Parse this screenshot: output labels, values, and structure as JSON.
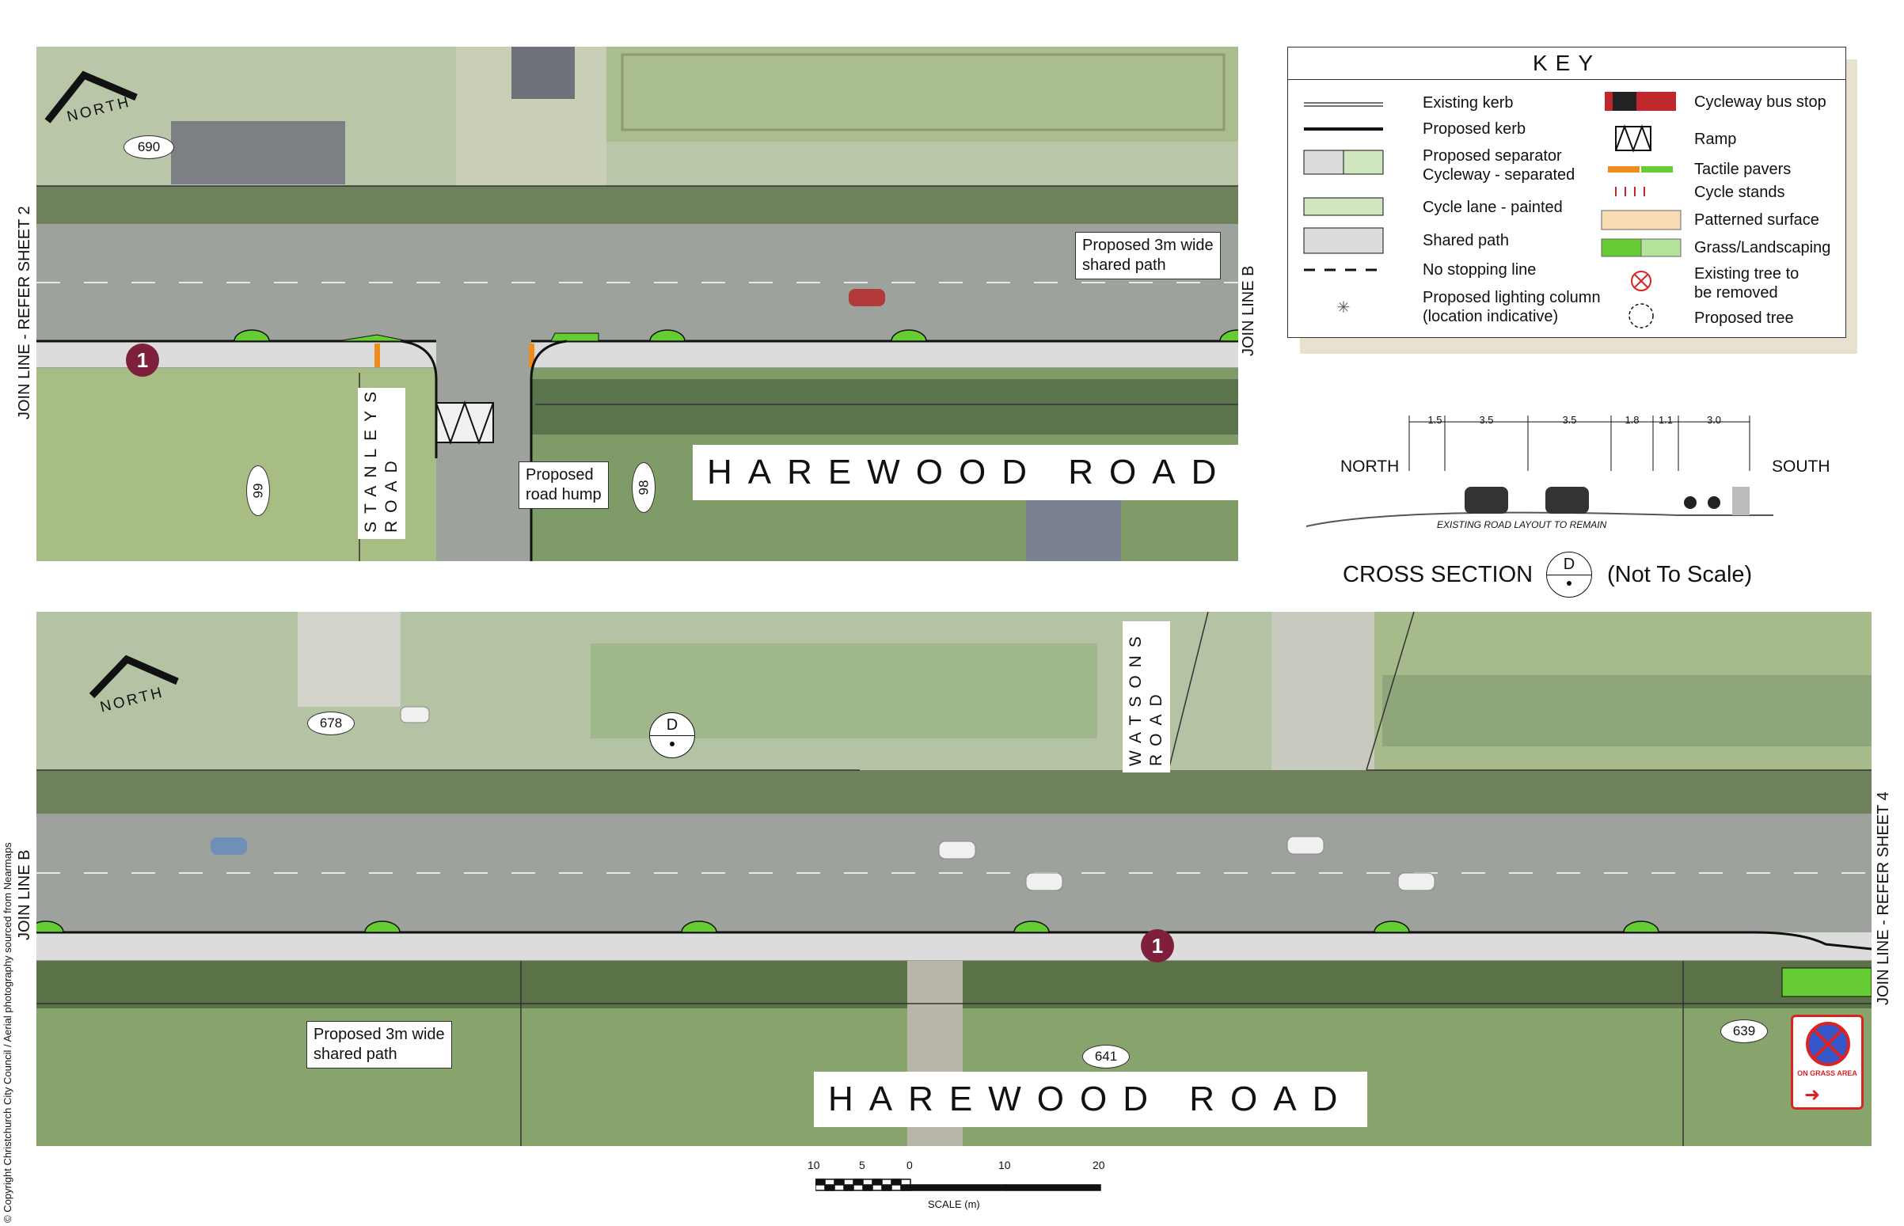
{
  "copyright": "© Copyright Christchurch City Council  /  Aerial photography sourced from Nearmaps",
  "top_panel": {
    "north_label": "NORTH",
    "join_left": "JOIN LINE - REFER SHEET 2",
    "join_right": "JOIN LINE B",
    "street_side": "STANLEYS ROAD",
    "road_name": "HAREWOOD ROAD",
    "callout_shared_path": "Proposed 3m wide\nshared path",
    "callout_hump": "Proposed\nroad hump",
    "addr_690": "690",
    "addr_99": "99",
    "addr_98": "98",
    "marker": "1"
  },
  "bottom_panel": {
    "north_label": "NORTH",
    "join_left": "JOIN LINE B",
    "join_right": "JOIN LINE - REFER SHEET 4",
    "street_side": "WATSONS ROAD",
    "road_name": "HAREWOOD ROAD",
    "callout_shared_path": "Proposed 3m wide\nshared path",
    "addr_678": "678",
    "addr_641": "641",
    "addr_639": "639",
    "marker": "1",
    "section_marker": "D",
    "sign_text": "ON GRASS AREA"
  },
  "key": {
    "title": "KEY",
    "left_items": [
      "Existing kerb",
      "Proposed kerb",
      "Proposed separator\nCycleway - separated",
      "Cycle lane - painted",
      "Shared path",
      "No stopping line",
      "Proposed lighting column\n(location indicative)"
    ],
    "right_items": [
      "Cycleway bus stop",
      "Ramp",
      "Tactile pavers",
      "Cycle stands",
      "Patterned surface",
      "Grass/Landscaping",
      "Existing tree to\nbe removed",
      "Proposed tree"
    ]
  },
  "cross_section": {
    "north": "NORTH",
    "south": "SOUTH",
    "dims": [
      "1.5",
      "3.5",
      "3.5",
      "1.8",
      "1.1",
      "3.0"
    ],
    "note": "EXISTING ROAD LAYOUT TO REMAIN",
    "title": "CROSS SECTION",
    "marker": "D",
    "not_to_scale": "(Not To Scale)"
  },
  "scale_bar": {
    "ticks": [
      "10",
      "5",
      "0",
      "10",
      "20"
    ],
    "label": "SCALE (m)"
  },
  "colors": {
    "marker": "#7e1f3b",
    "grass": "#66cc33",
    "tactile": "#f08c1e",
    "road": "#9ea29c",
    "path": "#dcdcdc"
  }
}
